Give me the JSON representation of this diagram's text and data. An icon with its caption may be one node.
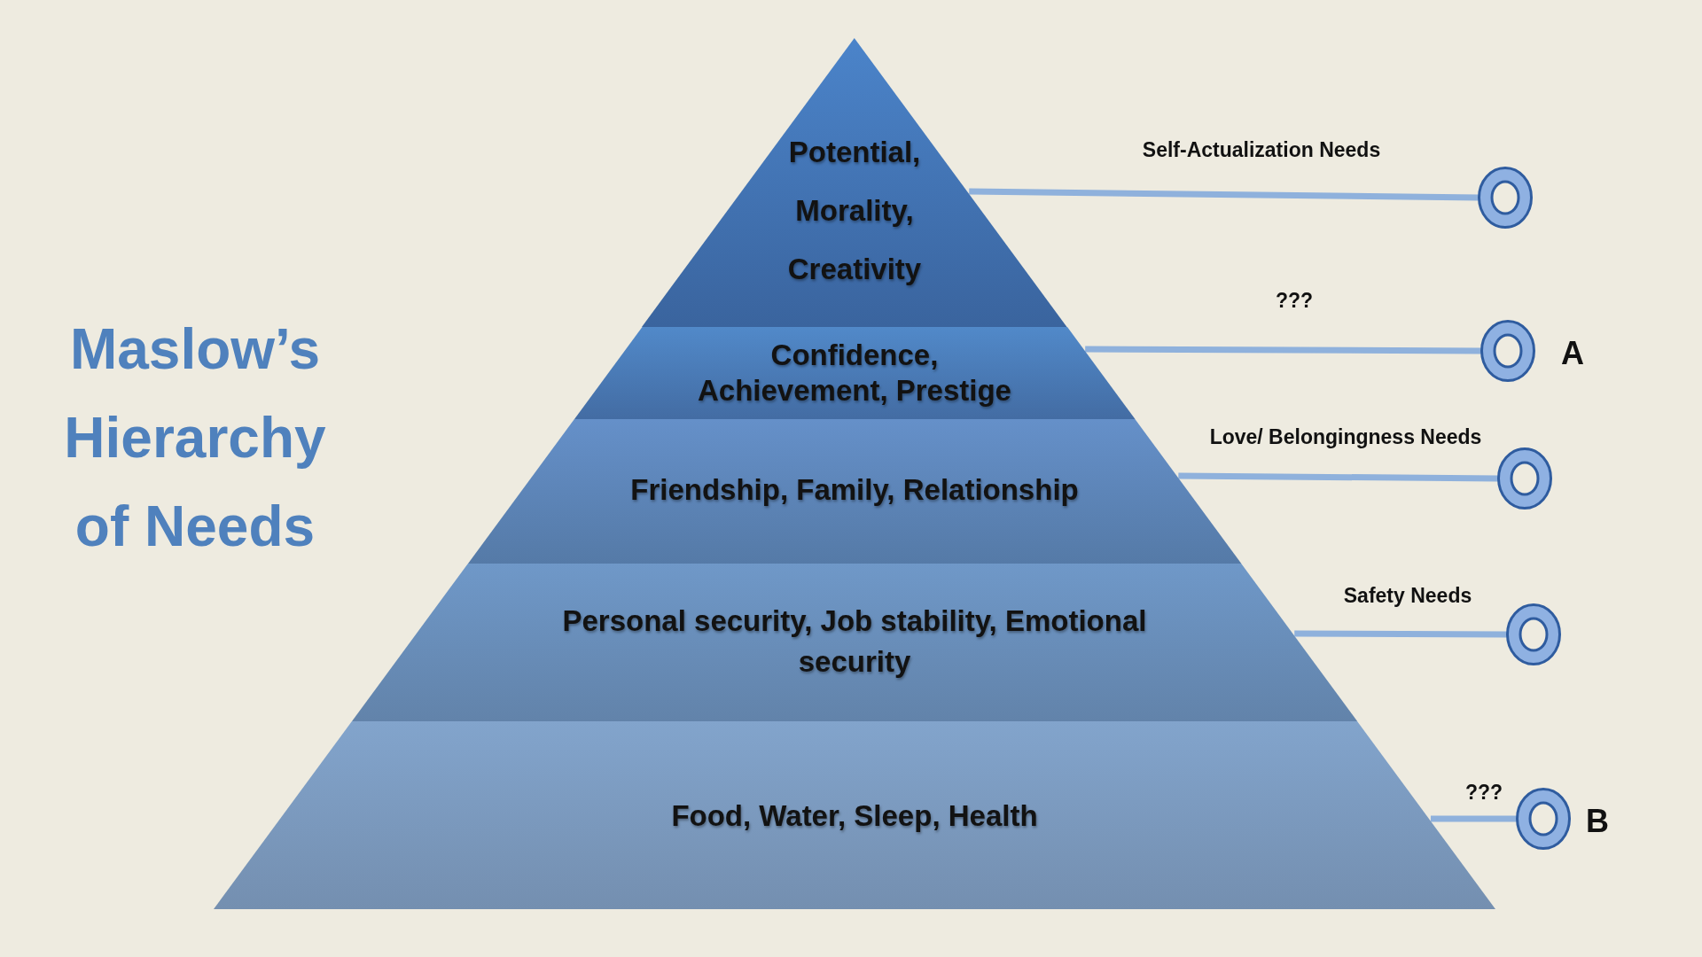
{
  "diagram": {
    "title": "Maslow’s Hierarchy of Needs",
    "nodes": [
      {
        "text": [
          "Potential, Morality, Creativity"
        ]
      },
      {
        "text": [
          "Confidence, Achievement, Prestige"
        ]
      },
      {
        "text": [
          "Friendship, Family, Relationship"
        ]
      },
      {
        "text": [
          "Personal security, Job stability, Emotional security"
        ]
      },
      {
        "text": [
          "Food, Water, Sleep, Health"
        ]
      },
      {
        "text": [],
        "shape": "circle"
      },
      {
        "text": [],
        "shape": "circle",
        "beside": [
          "A"
        ]
      },
      {
        "text": [],
        "shape": "circle"
      },
      {
        "text": [],
        "shape": "circle"
      },
      {
        "text": [],
        "shape": "circle",
        "beside": [
          "B"
        ]
      }
    ],
    "edges": [
      {
        "from": 0,
        "to": 5,
        "arrow": "none",
        "label": "Self-Actualization Needs"
      },
      {
        "from": 1,
        "to": 6,
        "arrow": "none",
        "label": "???"
      },
      {
        "from": 2,
        "to": 7,
        "arrow": "none",
        "label": "Love/ Belongingness Needs"
      },
      {
        "from": 3,
        "to": 8,
        "arrow": "none",
        "label": "Safety Needs"
      },
      {
        "from": 4,
        "to": 9,
        "arrow": "none",
        "label": "???"
      }
    ]
  }
}
